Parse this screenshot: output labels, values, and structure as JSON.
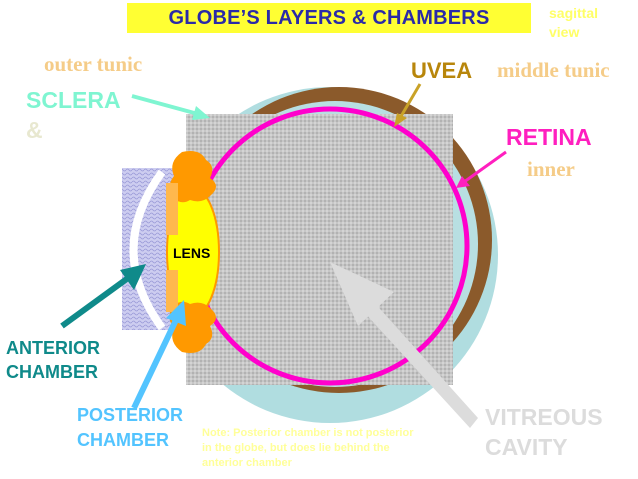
{
  "title": "GLOBE’S LAYERS & CHAMBERS",
  "corner_note": {
    "line1": "sagittal",
    "line2": "view"
  },
  "labels": {
    "outer_tunic": "outer tunic",
    "uvea": "UVEA",
    "middle_tunic": "middle tunic",
    "sclera": "SCLERA",
    "ampersand": "&",
    "retina": "RETINA",
    "inner": "inner",
    "lens": "LENS",
    "anterior_chamber": {
      "line1": "ANTERIOR",
      "line2": "CHAMBER"
    },
    "posterior_chamber": {
      "line1": "POSTERIOR",
      "line2": "CHAMBER"
    },
    "vitreous_cavity": {
      "line1": "VITREOUS",
      "line2": "CAVITY"
    },
    "note": "Note: Posterior chamber is not posterior in the globe, but does lie behind the anterior chamber"
  },
  "colors": {
    "title_bg": "#ffff33",
    "title_text": "#2a2aa8",
    "sclera": "#b0dde0",
    "uvea": "#8b5a2b",
    "retina": "#ff00cc",
    "vitreous": "#c4c4c4",
    "lens": "#ffff00",
    "iris": "#ff9900",
    "cornea": "#c8c8f0",
    "anterior_arrow": "#0f8a8a",
    "posterior_arrow": "#53c4ff",
    "sclera_arrow": "#7ff5d1",
    "uvea_arrow": "#c9a227",
    "retina_arrow": "#ff1fbf",
    "vitreous_arrow": "#dcdcdc"
  }
}
